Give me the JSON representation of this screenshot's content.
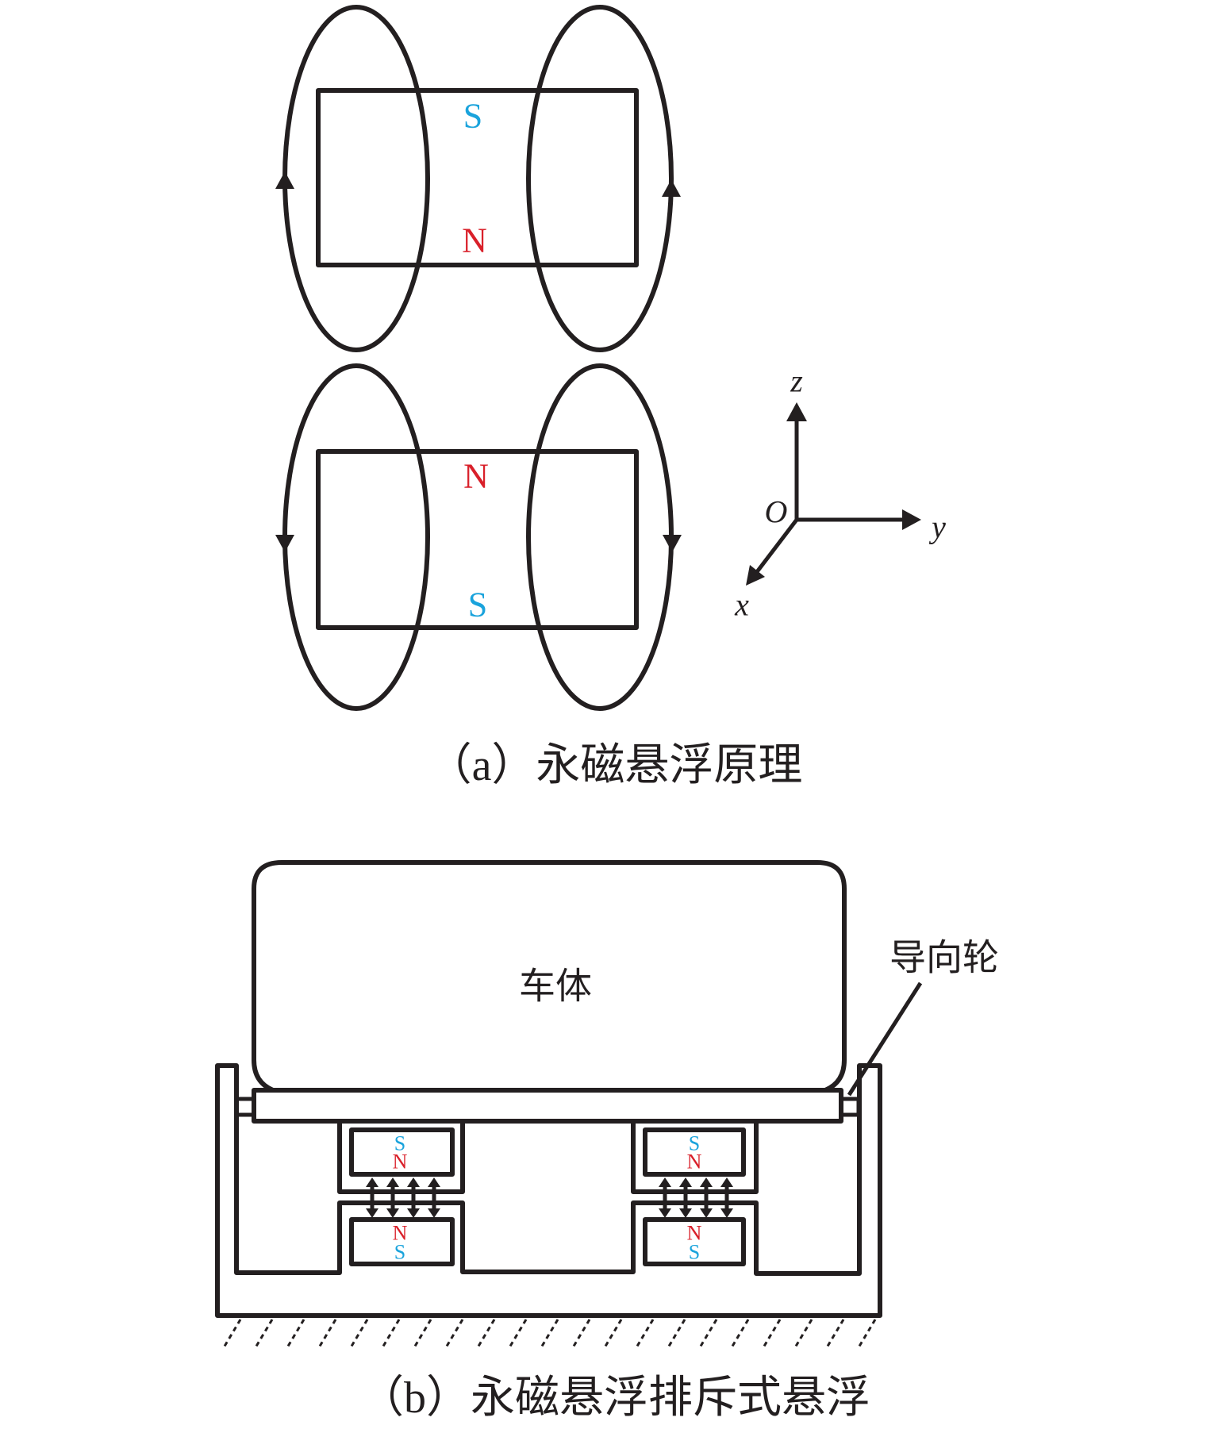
{
  "colors": {
    "line": "#231f20",
    "south_pole": "#1aa3dc",
    "north_pole": "#d9202a"
  },
  "figure_a": {
    "caption": "（a）永磁悬浮原理",
    "upper_magnet": {
      "top_pole": "S",
      "bottom_pole": "N"
    },
    "lower_magnet": {
      "top_pole": "N",
      "bottom_pole": "S"
    },
    "upper_field_direction": "up",
    "lower_field_direction": "down",
    "axes": {
      "origin": "O",
      "x": "x",
      "y": "y",
      "z": "z"
    }
  },
  "figure_b": {
    "caption": "（b）永磁悬浮排斥式悬浮",
    "car_body_label": "车体",
    "guide_wheel_label": "导向轮",
    "left_pair": {
      "vehicle_magnet": {
        "top_pole": "S",
        "bottom_pole": "N"
      },
      "track_magnet": {
        "top_pole": "N",
        "bottom_pole": "S"
      },
      "force_arrow_count": 4
    },
    "right_pair": {
      "vehicle_magnet": {
        "top_pole": "S",
        "bottom_pole": "N"
      },
      "track_magnet": {
        "top_pole": "N",
        "bottom_pole": "S"
      },
      "force_arrow_count": 4
    }
  }
}
